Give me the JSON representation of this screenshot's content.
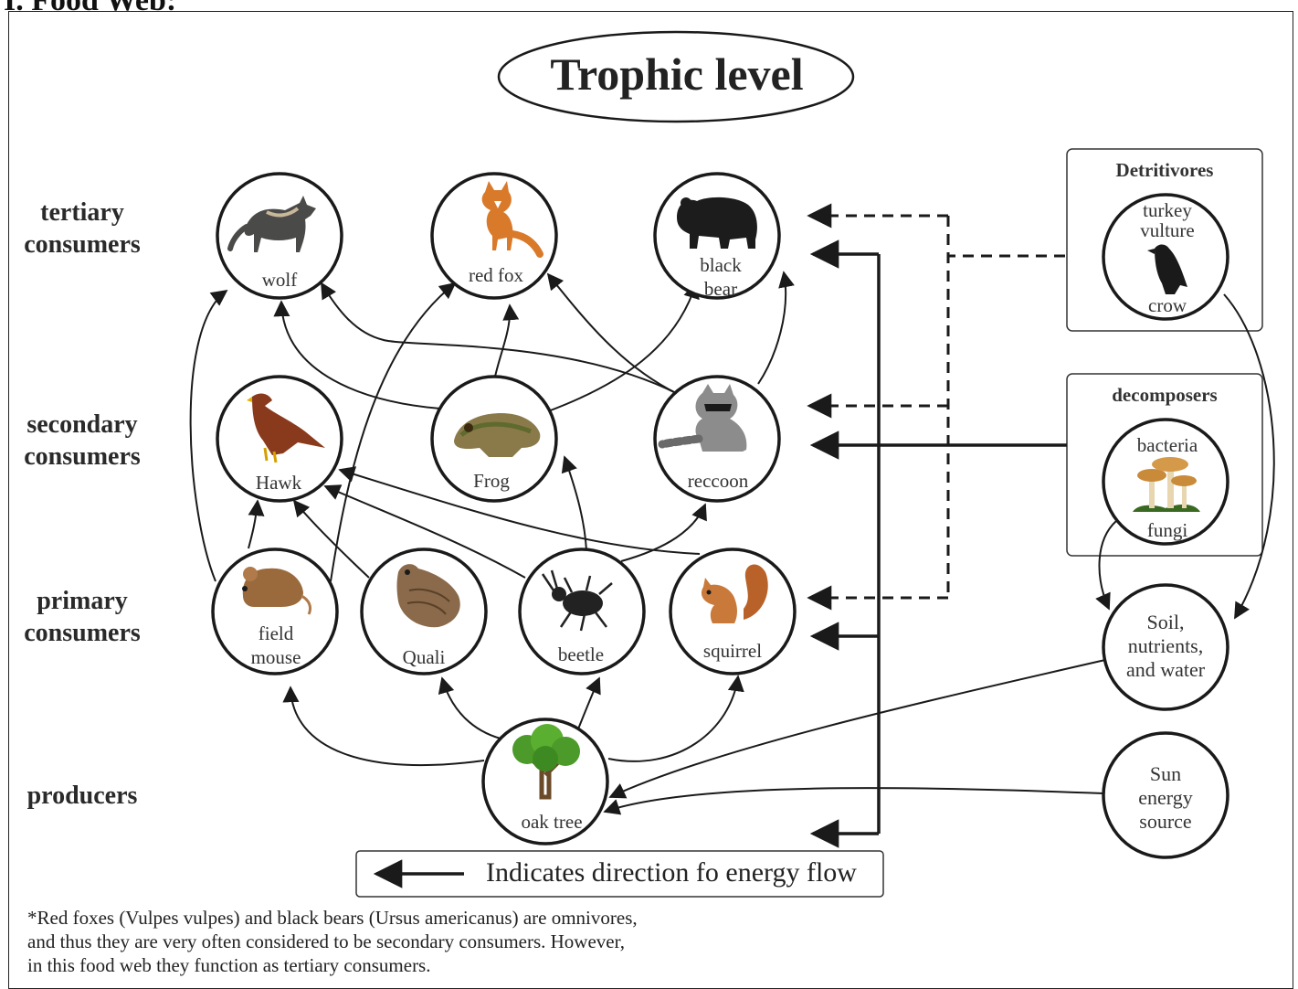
{
  "header": {
    "partial_heading": "I.   Food Web:"
  },
  "title": "Trophic level",
  "levels": {
    "tertiary": "tertiary\nconsumers",
    "secondary": "secondary\nconsumers",
    "primary": "primary\nconsumers",
    "producers": "producers"
  },
  "organisms": {
    "wolf": "wolf",
    "red_fox": "red fox",
    "black_bear": "black\nbear",
    "hawk": "Hawk",
    "frog": "Frog",
    "raccoon": "reccoon",
    "field_mouse": "field\nmouse",
    "quail": "Quali",
    "beetle": "beetle",
    "squirrel": "squirrel",
    "oak_tree": "oak tree"
  },
  "detritivores": {
    "title": "Detritivores",
    "label_top": "turkey\nvulture",
    "label_bottom": "crow"
  },
  "decomposers": {
    "title": "decomposers",
    "label_top": "bacteria",
    "label_bottom": "fungi"
  },
  "resources": {
    "soil": "Soil,\nnutrients,\nand water",
    "sun": "Sun\nenergy\nsource"
  },
  "legend": {
    "text": "Indicates direction fo energy flow"
  },
  "footnote": "*Red foxes (Vulpes vulpes) and black bears (Ursus americanus) are omnivores,\nand thus they are very often considered to be secondary consumers. However,\nin this food web they function as tertiary consumers.",
  "colors": {
    "line": "#1a1a1a",
    "text": "#333333"
  }
}
